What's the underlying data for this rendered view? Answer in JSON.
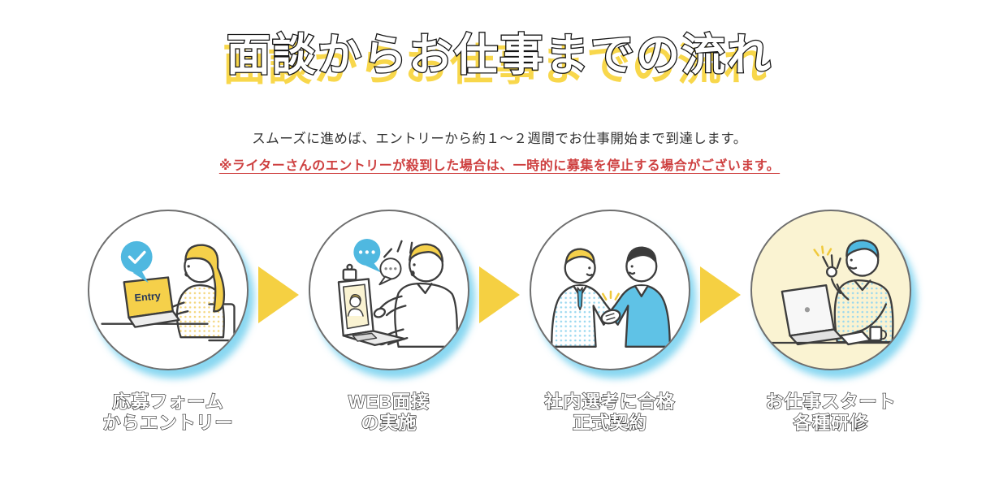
{
  "header": {
    "title": "面談からお仕事までの流れ",
    "subtitle": "スムーズに進めば、エントリーから約１～２週間でお仕事開始まで到達します。",
    "note": "※ライターさんのエントリーが殺到した場合は、一時的に募集を停止する場合がございます。"
  },
  "steps": [
    {
      "label_line1": "応募フォーム",
      "label_line2": "からエントリー",
      "illustration": "woman-typing-entry-form",
      "screen_text": "Entry",
      "highlighted": false
    },
    {
      "label_line1": "WEB面接",
      "label_line2": "の実施",
      "illustration": "man-web-video-interview",
      "highlighted": false
    },
    {
      "label_line1": "社内選考に合格",
      "label_line2": "正式契約",
      "illustration": "two-men-handshake",
      "highlighted": false
    },
    {
      "label_line1": "お仕事スタート",
      "label_line2": "各種研修",
      "illustration": "man-ok-sign-at-laptop",
      "highlighted": true
    }
  ],
  "colors": {
    "accent_yellow": "#F5D042",
    "title_shadow_yellow": "#F8D74B",
    "note_red": "#CE4040",
    "text_dark": "#333333",
    "circle_border_gray": "#6E6E6E",
    "circle_shadow_blue": "#6CCDEE",
    "highlight_circle_fill": "#FAF3D2",
    "illustration_blue": "#4FB8E0",
    "illustration_hair_yellow": "#F5D04A"
  }
}
